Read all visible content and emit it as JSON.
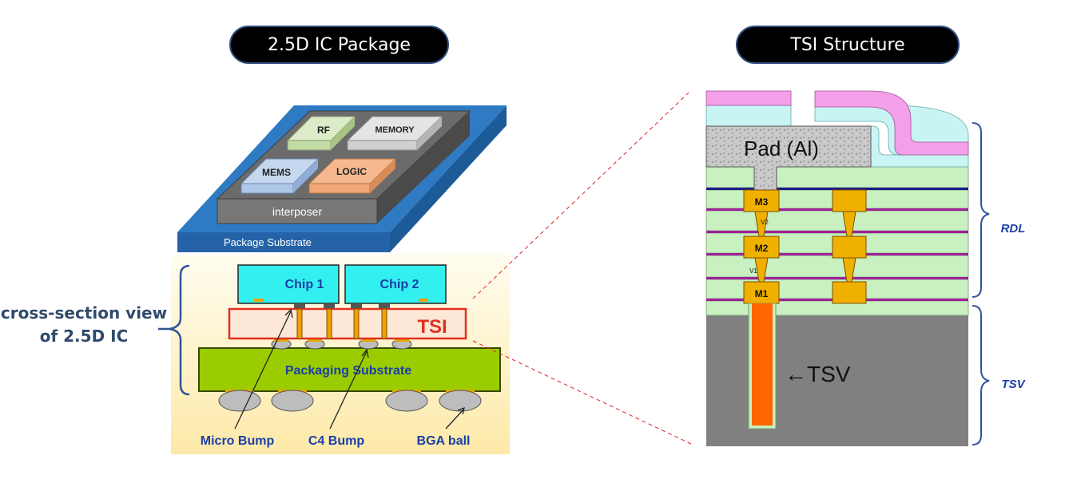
{
  "titles": {
    "left": "2.5D IC Package",
    "right": "TSI Structure"
  },
  "package_3d": {
    "chips": {
      "rf": "RF",
      "memory": "MEMORY",
      "mems": "MEMS",
      "logic": "LOGIC"
    },
    "interposer": "interposer",
    "substrate": "Package Substrate"
  },
  "cross_section": {
    "side_label": "cross-section view of 2.5D IC",
    "chip1": "Chip 1",
    "chip2": "Chip 2",
    "tsi": "TSI",
    "substrate": "Packaging Substrate",
    "micro_bump": "Micro Bump",
    "c4_bump": "C4 Bump",
    "bga_ball": "BGA ball"
  },
  "tsi_structure": {
    "pad": "Pad (Al)",
    "m3": "M3",
    "m2": "M2",
    "m1": "M1",
    "v2": "V2",
    "v1": "V1",
    "tsv_arrow": "←TSV",
    "rdl": "RDL",
    "tsv": "TSV"
  },
  "colors": {
    "pill_bg": "#000000",
    "pill_border": "#2f4e7e",
    "substrate_blue": "#2e7bc4",
    "chip_cyan": "#33f0f0",
    "tsi_red": "#e03020",
    "substrate_green": "#9acc00",
    "oxide_green": "#c8f0c0",
    "metal_orange": "#f0b000",
    "tsv_orange": "#ff6600",
    "silicon_gray": "#808080",
    "label_blue": "#1a3fa8"
  }
}
